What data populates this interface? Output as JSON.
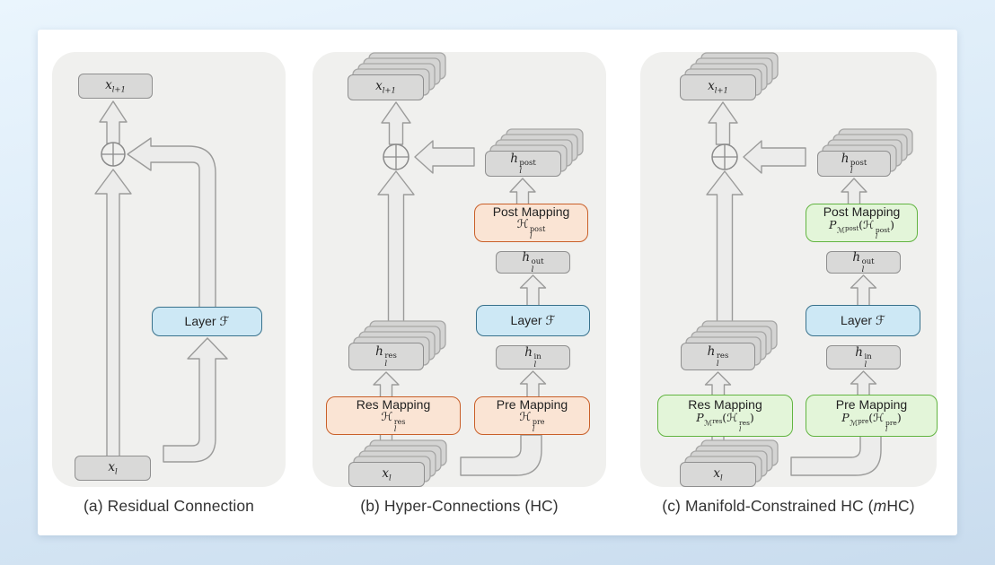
{
  "sum_operator": "⊕",
  "colors": {
    "background_top": "#eaf5fd",
    "background_bottom": "#c9dcee",
    "card": "#ffffff",
    "panel": "#f0f0ee",
    "gray_box_fill": "#d9d9d8",
    "gray_box_border": "#8f8f8f",
    "blue_fill": "#cde8f5",
    "blue_border": "#38718c",
    "orange_fill": "#fae4d4",
    "orange_border": "#c95f28",
    "green_fill": "#e3f5d9",
    "green_border": "#62b441",
    "arrow_fill": "#ececeb",
    "arrow_stroke": "#9b9b9a"
  },
  "panel_a": {
    "caption": "(a) Residual Connection",
    "x_out": {
      "base": "x",
      "sub": "l+1"
    },
    "x_in": {
      "base": "x",
      "sub": "l"
    },
    "layer": {
      "name": "Layer",
      "symbol": "ℱ"
    }
  },
  "panel_b": {
    "caption": "(b) Hyper-Connections (HC)",
    "x_out": {
      "base": "x",
      "sub": "l+1"
    },
    "x_in": {
      "base": "x",
      "sub": "l"
    },
    "h_post": {
      "base": "h",
      "sup": "post",
      "sub": "l"
    },
    "h_res": {
      "base": "h",
      "sup": "res",
      "sub": "l"
    },
    "h_out": {
      "base": "h",
      "sup": "out",
      "sub": "l"
    },
    "h_in": {
      "base": "h",
      "sup": "in",
      "sub": "l"
    },
    "layer": {
      "name": "Layer",
      "symbol": "ℱ"
    },
    "post_mapping": {
      "title": "Post Mapping",
      "h": "ℋ",
      "sup": "post",
      "sub": "l"
    },
    "pre_mapping": {
      "title": "Pre Mapping",
      "h": "ℋ",
      "sup": "pre",
      "sub": "l"
    },
    "res_mapping": {
      "title": "Res Mapping",
      "h": "ℋ",
      "sup": "res",
      "sub": "l"
    }
  },
  "panel_c": {
    "caption": {
      "pre": "(c) Manifold-Constrained HC (",
      "emph": "m",
      "post": "HC)"
    },
    "x_out": {
      "base": "x",
      "sub": "l+1"
    },
    "x_in": {
      "base": "x",
      "sub": "l"
    },
    "h_post": {
      "base": "h",
      "sup": "post",
      "sub": "l"
    },
    "h_res": {
      "base": "h",
      "sup": "res",
      "sub": "l"
    },
    "h_out": {
      "base": "h",
      "sup": "out",
      "sub": "l"
    },
    "h_in": {
      "base": "h",
      "sup": "in",
      "sub": "l"
    },
    "layer": {
      "name": "Layer",
      "symbol": "ℱ"
    },
    "post_mapping": {
      "title": "Post Mapping",
      "p": "P",
      "manifold": "ℳ",
      "msup": "post",
      "open": "(",
      "h": "ℋ",
      "hsup": "post",
      "hsub": "l",
      "close": ")"
    },
    "pre_mapping": {
      "title": "Pre Mapping",
      "p": "P",
      "manifold": "ℳ",
      "msup": "pre",
      "open": "(",
      "h": "ℋ",
      "hsup": "pre",
      "hsub": "l",
      "close": ")"
    },
    "res_mapping": {
      "title": "Res Mapping",
      "p": "P",
      "manifold": "ℳ",
      "msup": "res",
      "open": "(",
      "h": "ℋ",
      "hsub": "l",
      "hsup": "res",
      "close": ")"
    }
  }
}
